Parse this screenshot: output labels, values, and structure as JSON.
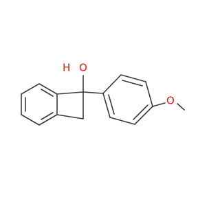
{
  "molecule": {
    "atoms": {
      "oxygen_label": "O",
      "hydrogen_label": "H",
      "ether_oxygen_label": "O"
    },
    "colors": {
      "bond": "#3a3a3a",
      "heteroatom": "#e8170f"
    }
  }
}
